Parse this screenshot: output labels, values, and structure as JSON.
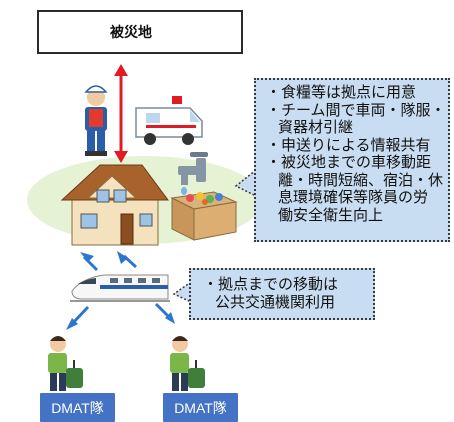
{
  "disaster_area": {
    "label": "被災地"
  },
  "base_info": {
    "lines": [
      {
        "text": "・食糧等は拠点に用意"
      },
      {
        "text": "・チーム間で車両・隊服・"
      },
      {
        "text": "資器材引継"
      },
      {
        "text": "・申送りによる情報共有"
      },
      {
        "text": "・被災地までの車移動距"
      },
      {
        "text": "離・時間短縮、宿泊・休"
      },
      {
        "text": "息環境確保等隊員の労"
      },
      {
        "text": "働安全衛生向上"
      }
    ]
  },
  "move_info": {
    "lines": [
      {
        "text": "・拠点までの移動は"
      },
      {
        "text": "公共交通機関利用"
      }
    ]
  },
  "teams": [
    {
      "label": "DMAT隊"
    },
    {
      "label": "DMAT隊"
    }
  ],
  "icons": [
    "no-water-icon",
    "rescuer-icon",
    "ambulance-icon",
    "house-icon",
    "faucet-icon",
    "supplies-box-icon",
    "train-icon",
    "traveler-icon"
  ],
  "colors": {
    "arrow_red": "#e01b24",
    "arrow_blue": "#2e75d0",
    "callout_bg": "#c9ddf2",
    "team_bg": "#4472c4",
    "ground": "#e6f2d4"
  }
}
